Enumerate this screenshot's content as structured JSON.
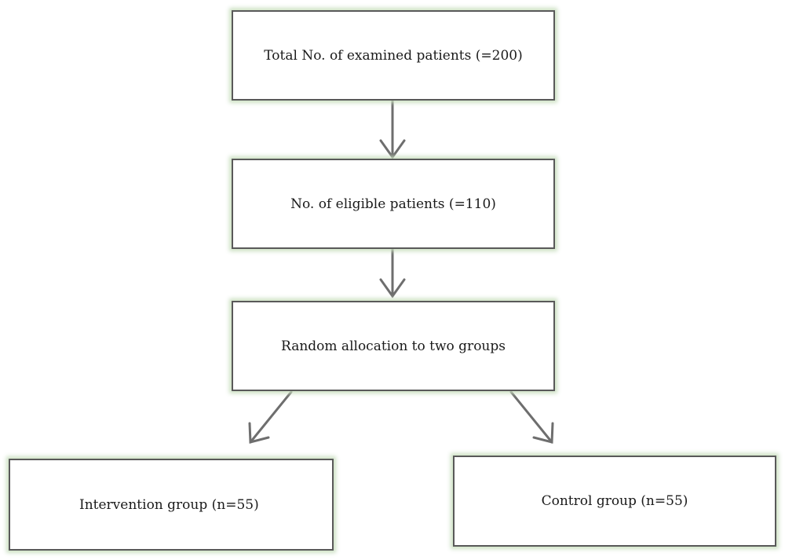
{
  "flowchart": {
    "total_patients": "Total No. of examined patients (=200)",
    "eligible_patients": "No. of eligible patients (=110)",
    "random_allocation": "Random allocation to two groups",
    "intervention_group": "Intervention group (n=55)",
    "control_group": "Control group (n=55)"
  },
  "colors": {
    "border": "#595959",
    "arrow": "#6e6e6e",
    "glow": "#c8debe"
  }
}
